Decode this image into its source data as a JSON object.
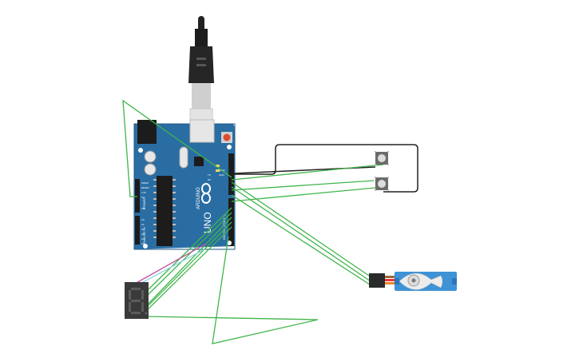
{
  "board": {
    "brand": "ARDUINO",
    "model": "UNO",
    "pins_digital_label": "DIGITAL (PWM~)",
    "power_label": "POWER",
    "analog_label": "ANALOG IN",
    "tx_label": "TX",
    "rx_label": "RX",
    "aref_label": "AREF",
    "gnd_label": "GND",
    "ioref_label": "IOREF",
    "reset_label": "RESET",
    "v33_label": "3.3V",
    "v5_label": "5V",
    "vin_label": "VIN",
    "a_labels": [
      "A0",
      "A1",
      "A2",
      "A3",
      "A4",
      "A5"
    ]
  },
  "display": {
    "digit": "8."
  },
  "colors": {
    "board": "#2a6da3",
    "board_dark": "#1e5a8a",
    "wire_green": "#3fb54a",
    "wire_black": "#222222",
    "wire_pink": "#c44aa0",
    "wire_cyan": "#8fd6e0",
    "servo": "#3e92d6",
    "seg_off": "#4a4a4a",
    "seg_body": "#3a3a3a"
  },
  "icons": [
    "usb-cable-icon",
    "arduino-board-icon",
    "pushbutton-icon",
    "servo-icon",
    "seven-segment-display-icon",
    "reset-button-icon"
  ]
}
